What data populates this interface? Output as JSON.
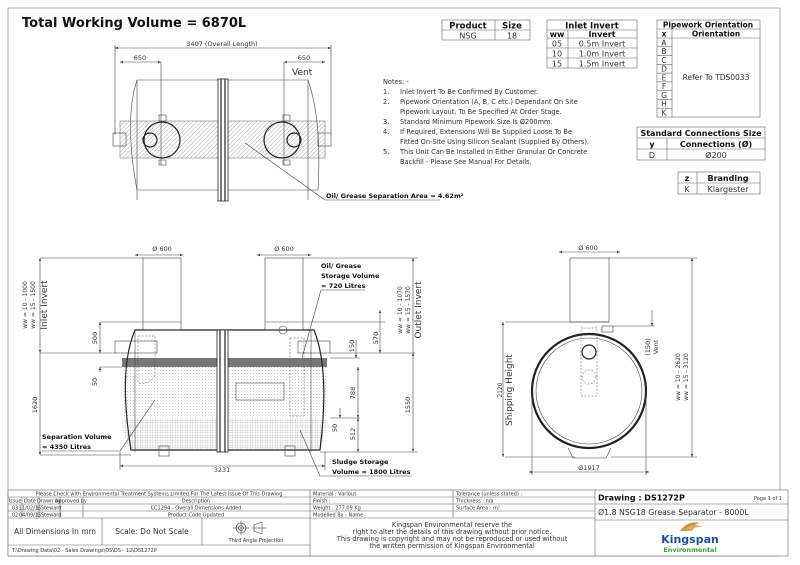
{
  "title": "Total Working Volume = 6870L",
  "plan_view": {
    "overall_length": "3407 (Overall Length)",
    "left_offset": "650",
    "right_offset": "650",
    "vent_label": "Vent",
    "separation_area": "Oil/ Grease Separation Area = 4.62m²"
  },
  "notes": {
    "heading": "Notes: -",
    "items": [
      {
        "num": "1.",
        "lines": [
          "Inlet Invert To Be Confirmed By Customer."
        ]
      },
      {
        "num": "2.",
        "lines": [
          "Pipework Orientation (A, B, C etc.) Dependant On Site",
          "Pipework Layout. To Be Specified At Order Stage."
        ]
      },
      {
        "num": "3.",
        "lines": [
          "Standard Minimum Pipework Size Is Ø200mm."
        ]
      },
      {
        "num": "4.",
        "lines": [
          "If Required, Extensions Will Be Supplied Loose To Be",
          "Fitted On-Site Using Silicon Sealant (Supplied By Others)."
        ]
      },
      {
        "num": "5.",
        "lines": [
          "This Unit Can Be Installed In Either Granular Or Concrete",
          "Backfill - Please See Manual For Details."
        ]
      }
    ]
  },
  "product_table": {
    "headers": [
      "Product",
      "Size"
    ],
    "row": [
      "NSG",
      "18"
    ]
  },
  "inlet_invert_table": {
    "title": "Inlet Invert",
    "headers": [
      "ww",
      "Invert"
    ],
    "rows": [
      [
        "05",
        "0.5m Invert"
      ],
      [
        "10",
        "1.0m Invert"
      ],
      [
        "15",
        "1.5m Invert"
      ]
    ]
  },
  "pipework_table": {
    "title": "Pipework Orientation",
    "headers": [
      "x",
      "Orientation"
    ],
    "letters": [
      "A",
      "B",
      "C",
      "D",
      "E",
      "F",
      "G",
      "H",
      "K"
    ],
    "value": "Refer To TDS0033"
  },
  "connections_table": {
    "title": "Standard Connections Size",
    "headers": [
      "y",
      "Connections (Ø)"
    ],
    "row": [
      "D",
      "Ø200"
    ]
  },
  "branding_table": {
    "headers": [
      "z",
      "Branding"
    ],
    "row": [
      "K",
      "Klargester"
    ]
  },
  "side_view": {
    "riser_left_dia": "Ø 600",
    "riser_right_dia": "Ø 600",
    "inlet_invert_label": "Inlet Invert",
    "inlet_ww_10": "ww = 10 - 1000",
    "inlet_ww_15": "ww = 15 - 1500",
    "outlet_invert_label": "Outlet Invert",
    "outlet_ww_10": "ww = 10 - 1070",
    "outlet_ww_15": "ww = 15 - 1570",
    "dim_500": "500",
    "dim_50_left": "50",
    "dim_1620": "1620",
    "dim_150": "150",
    "dim_570": "570",
    "dim_788": "788",
    "dim_50_right": "50",
    "dim_512": "512",
    "dim_1550": "1550",
    "dim_3231": "3231",
    "oil_storage": [
      "Oil/ Grease",
      "Storage Volume",
      "= 720 Litres"
    ],
    "separation_volume": [
      "Separation Volume",
      "= 4350 Litres"
    ],
    "sludge_storage": [
      "Sludge Storage",
      "Volume = 1800 Litres"
    ]
  },
  "end_view": {
    "riser_dia": "Ø 600",
    "shipping_height_value": "2120",
    "shipping_height_label": "Shipping Height",
    "vent_dim": "(150)",
    "vent_label": "Vent",
    "ww_10": "ww = 10 - 2620",
    "ww_15": "ww = 15 - 3120",
    "diameter": "Ø1917"
  },
  "title_block": {
    "check_notice": "Please Check with Environmental Treatment Systems Limited For The Latest Issue Of This Drawing",
    "revision_headers": [
      "Issue",
      "Date",
      "Drawn by",
      "Approved by",
      "Description"
    ],
    "revisions": [
      [
        "03",
        "11/02/16",
        "L.Steward",
        "",
        "CC1294 - Overall Dimensions Added"
      ],
      [
        "02",
        "04/09/15",
        "L.Steward",
        "",
        "Product Code Updated"
      ]
    ],
    "material": "Material : Various",
    "finish": "Finish :",
    "weight": "Weight : 277.09 Kg",
    "modelled_by": "Modelled By : Name",
    "tolerance": "Tolerance (unless stated) :",
    "thickness": "Thickness : n/a",
    "surface_area": "Surface Area : m²",
    "drawing_number": "Drawing : DS1272P",
    "page": "Page 1 of 1",
    "drawing_title": "Ø1.8 NSG18 Grease Separator - 8000L",
    "dimensions_note": "All Dimensions In mm",
    "scale_note": "Scale: Do Not Scale",
    "projection": "Third Angle Projection",
    "copyright": [
      "Kingspan Environmental reserve the",
      "right to alter the details of this drawing without prior notice.",
      "This drawing is copyright and may not be reproduced or used without",
      "the written permission of Kingspan Environmental"
    ],
    "file_path": "T:\\Drawing Data\\02 - Sales Drawings\\DS\\DS - 12\\DS1272P",
    "logo_text": "Kingspan",
    "logo_subtext": "Environmental"
  },
  "colors": {
    "logo_blue": "#1d4f9c",
    "logo_green": "#3aa43a",
    "logo_gold": "#c8963a"
  }
}
